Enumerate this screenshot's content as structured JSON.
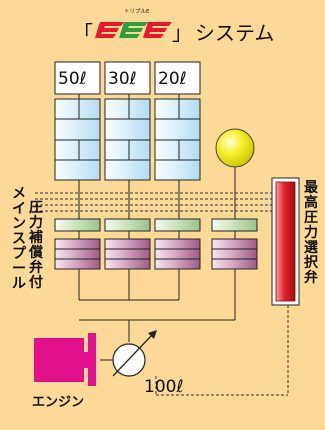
{
  "header": {
    "open_bracket": "「",
    "logo_ruby": "トリプルE",
    "close_bracket": "」",
    "title_suffix": "システム"
  },
  "pumps": [
    {
      "capacity": "50ℓ"
    },
    {
      "capacity": "30ℓ"
    },
    {
      "capacity": "20ℓ"
    }
  ],
  "labels": {
    "main_spool": [
      "メ",
      "イ",
      "ン",
      "ス",
      "プ",
      "ー",
      "ル"
    ],
    "compensation_valve": [
      "圧",
      "力",
      "補",
      "償",
      "弁",
      "付"
    ],
    "max_pressure_valve": [
      "最",
      "高",
      "圧",
      "力",
      "選",
      "択",
      "弁"
    ],
    "engine": "エンジン",
    "variable_pump": "100ℓ"
  },
  "colors": {
    "background": "#fdd998",
    "logo_red": "#e8182a",
    "logo_green": "#2c9e3a",
    "accumulator": "#f2ec22",
    "engine": "#e2108c",
    "selector_valve": "#d7141d"
  }
}
